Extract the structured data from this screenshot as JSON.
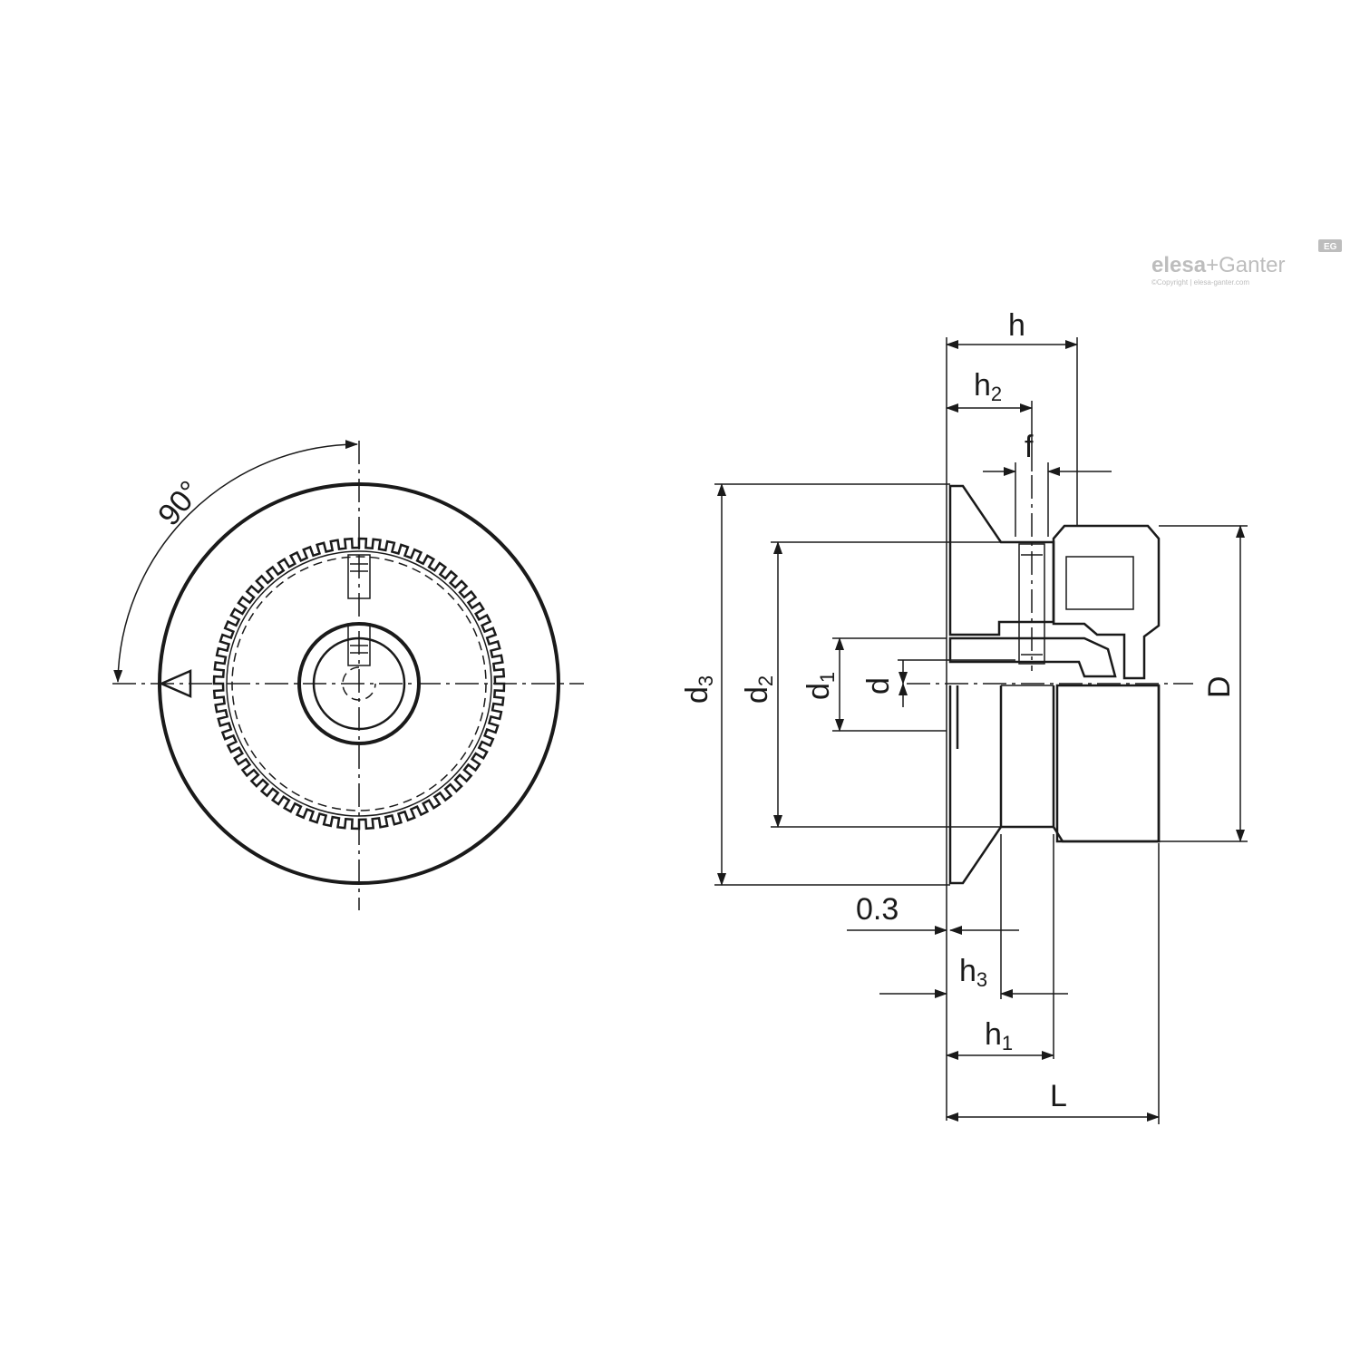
{
  "logo": {
    "brand_left": "elesa",
    "brand_plus": "+",
    "brand_right": "Ganter",
    "badge": "EG",
    "copyright": "©Copyright | elesa-ganter.com",
    "color": "#bdbdbd"
  },
  "front_view": {
    "angle_label": "90°",
    "index_mark_icon": "triangle-index-icon"
  },
  "side_view": {
    "dimensions": {
      "h": "h",
      "h2_base": "h",
      "h2_sub": "2",
      "f": "f",
      "d3_base": "d",
      "d3_sub": "3",
      "d2_base": "d",
      "d2_sub": "2",
      "d1_base": "d",
      "d1_sub": "1",
      "d": "d",
      "D": "D",
      "gap": "0.3",
      "h3_base": "h",
      "h3_sub": "3",
      "h1_base": "h",
      "h1_sub": "1",
      "L": "L"
    }
  },
  "colors": {
    "line": "#1a1a1a",
    "background": "#ffffff"
  }
}
